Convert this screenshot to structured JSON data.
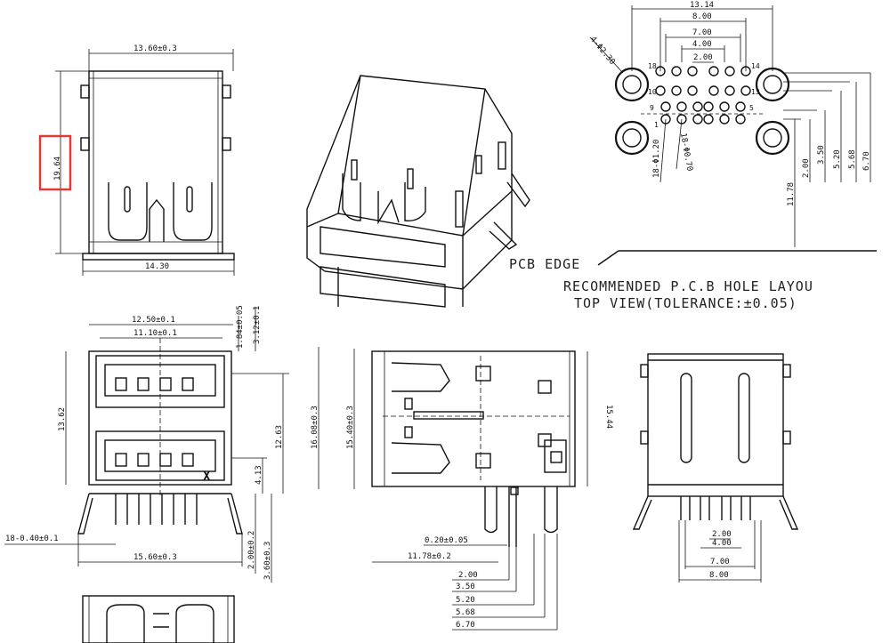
{
  "front_view": {
    "width_top": "13.60±0.3",
    "height": "19.64",
    "width_bottom": "14.30"
  },
  "pcb_layout": {
    "dims_top": [
      "13.14",
      "8.00",
      "7.00",
      "4.00",
      "2.00"
    ],
    "hole_mount": "4-Φ2.30",
    "pin_labels": [
      "18",
      "14",
      "10",
      "13",
      "9",
      "5",
      "1"
    ],
    "hole_small_a": "18-Φ1.20",
    "hole_small_b": "18-Φ0.70",
    "dims_right": [
      "2.00",
      "3.50",
      "5.20",
      "5.68",
      "6.70"
    ],
    "dim_offset": "11.78",
    "pcb_edge": "PCB EDGE",
    "title_line1": "RECOMMENDED P.C.B HOLE LAYOU",
    "title_line2": "TOP VIEW(TOLERANCE:±0.05)"
  },
  "connector_front": {
    "width_outer": "12.50±0.1",
    "width_inner": "11.10±0.1",
    "dim_184": "1.84±0.05",
    "dim_312": "3.12±0.1",
    "height_total": "13.62",
    "height_mid": "12.63",
    "dim_413": "4.13",
    "pin_width": "18-0.40±0.1",
    "base_width": "15.60±0.3",
    "dim_200": "2.00±0.2",
    "dim_360": "3.60±0.3",
    "mark_x": "X"
  },
  "side_view": {
    "height_a": "16.08±0.3",
    "height_b": "15.40±0.3",
    "height_c": "15.44",
    "pin_thick": "0.20±0.05",
    "pin_pos": "11.78±0.2",
    "stack": [
      "2.00",
      "3.50",
      "5.20",
      "5.68",
      "6.70"
    ]
  },
  "rear_view": {
    "dims": [
      "2.00",
      "4.00",
      "7.00",
      "8.00"
    ]
  }
}
